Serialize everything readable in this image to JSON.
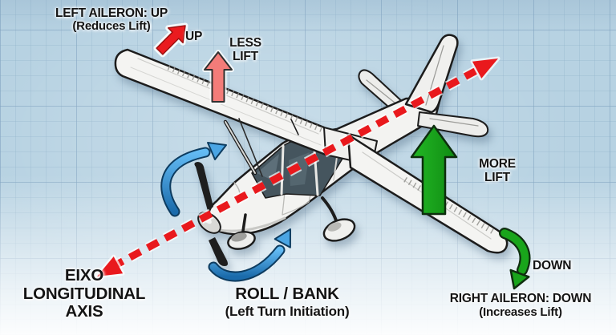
{
  "diagram": {
    "subject": "aircraft roll-bank rotation about the longitudinal axis",
    "labels": {
      "left_aileron": {
        "line1": "LEFT AILERON: UP",
        "line2": "(Reduces Lift)"
      },
      "up_arrow_label": "UP",
      "less_lift": {
        "line1": "LESS",
        "line2": "LIFT"
      },
      "more_lift": {
        "line1": "MORE",
        "line2": "LIFT"
      },
      "down_arrow_label": "DOWN",
      "right_aileron": {
        "line1": "RIGHT AILERON: DOWN",
        "line2": "(Increases Lift)"
      },
      "longitudinal_axis": {
        "line1": "EIXO",
        "line2": "LONGITUDINAL",
        "line3": "AXIS"
      },
      "roll_bank": {
        "line1": "ROLL / BANK",
        "line2": "(Left Turn Initiation)"
      }
    },
    "colors": {
      "background_blue": "#b7d2e2",
      "grid_line": "#8caac6",
      "axis_red": "#e9191d",
      "up_arrow_red": "#ea1b1f",
      "less_lift_salmon": "#f37c79",
      "lift_green": "#19a51b",
      "roll_blue": "#3f9fe0",
      "label_text": "#141414",
      "airplane_body": "#f3f3f1",
      "airplane_outline": "#1c1c1c",
      "canopy_glass": "#45555e"
    },
    "icons": {
      "airplane": "high-wing-single-engine-airplane",
      "axis_arrow": "red-dashed-longitudinal-axis-arrow",
      "roll_arrows": "blue-curved-roll-rotation-arrows",
      "up_arrow": "red-up-arrow",
      "less_lift_arrow": "salmon-up-arrow",
      "more_lift_arrow": "green-up-arrow",
      "down_arrow": "green-curved-down-arrow"
    }
  }
}
